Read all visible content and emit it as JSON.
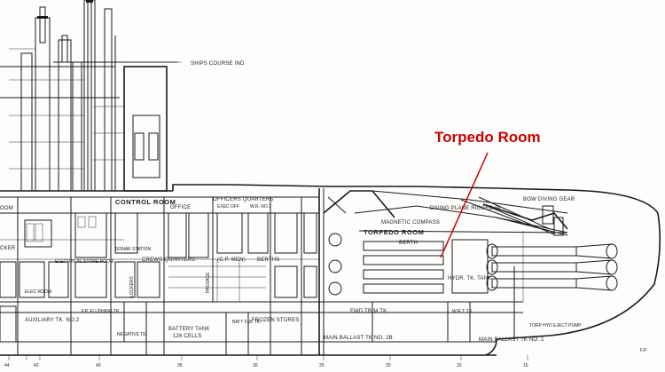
{
  "callout": {
    "text": "Torpedo Room",
    "color": "#cc0000"
  },
  "labels": {
    "ships_course_ind": "SHIPS COURSE IND",
    "diving_plane_rigged_in": "DIVING PLANE RIGGED IN",
    "bow_diving_gear": "BOW DIVING GEAR",
    "magnetic_compass": "MAGNETIC COMPASS",
    "torpedo_room": "TORPEDO ROOM",
    "berth": "BERTH",
    "hydraulic_tank": "HYDR. TK. TANK",
    "control_room": "CONTROL ROOM",
    "office": "OFFICE",
    "officers_quarters": "OFFICERS QUARTERS",
    "exec_off": "EXEC OFF",
    "wr_no1": "W.R. NO.1",
    "crews_quarters": "CREWS QUARTERS",
    "cp_men": "(C.P. MEN)",
    "berths": "BERTHS",
    "passage": "PASSAGE",
    "lockers": "LOCKERS",
    "battery_tank": "BATTERY TANK",
    "cells": "126 CELLS",
    "frozen_stores": "FROZEN STORES",
    "batt_fw_tk": "BATT F.W. TK.",
    "fwd_trim_tk": "FWD TRIM TK.",
    "wrt_tk": "W.R.T. TK.",
    "torp_hyd_eject_pump": "TORP HYD EJECT PUMP",
    "main_ballast_tk_2b": "MAIN BALLAST TK NO. 2B",
    "main_ballast_tk_1": "MAIN BALLAST TK NO. 1",
    "auxiliary_tk": "AUXILIARY TK. NO.2",
    "fp_flushing_tk": "F.P. FLUSHING TK.",
    "negative_tk": "NEGATIVE TK.",
    "sonar_station": "SONAR STATION",
    "electrical_store_room": "ELECTRICAL STORE ROOM",
    "elec_room": "ELEC ROOM",
    "fp": "F.P.",
    "room": "OOM",
    "cker": "CKER"
  },
  "frames": [
    "44",
    "42",
    "40",
    "35",
    "30",
    "25",
    "20",
    "15",
    "10"
  ]
}
